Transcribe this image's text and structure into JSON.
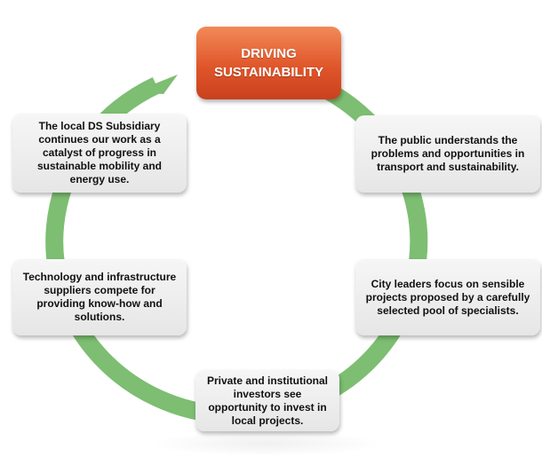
{
  "colors": {
    "ring": "#7dbe72",
    "title_fill": "#e0562b",
    "box_fill": "#eeeeee"
  },
  "title": {
    "line1": "DRIVING",
    "line2": "SUSTAINABILITY"
  },
  "steps": [
    "The public understands the problems and opportunities in transport and sustainability.",
    "City leaders focus on sensible projects proposed by a carefully selected pool of specialists.",
    "Private and institutional investors see opportunity to invest in local projects.",
    "Technology and infrastructure suppliers compete for providing know-how and solutions.",
    "The local DS Subsidiary continues our work as a catalyst of progress in sustainable mobility and energy use."
  ]
}
